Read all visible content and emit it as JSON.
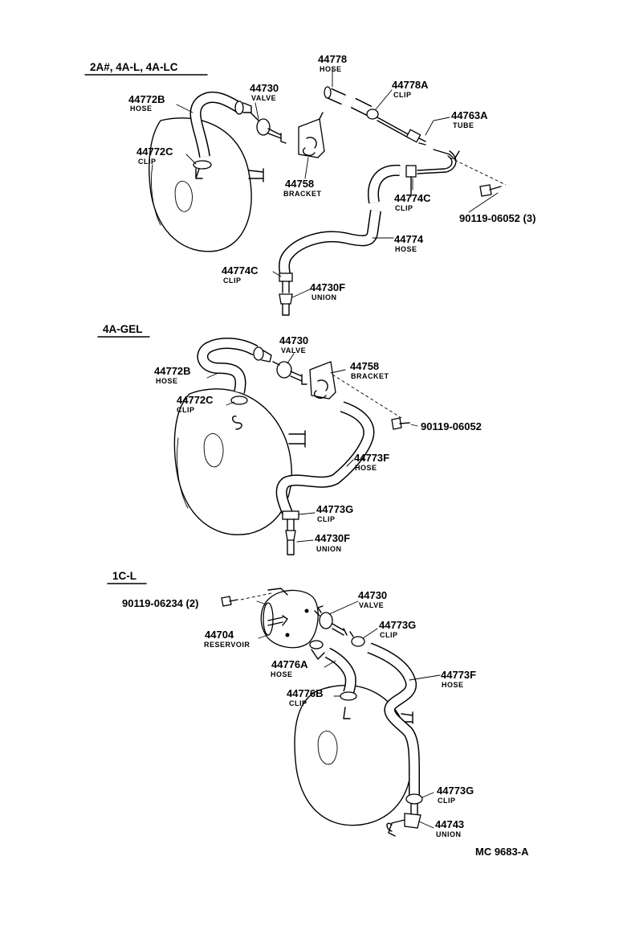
{
  "sections": {
    "s1": "2A#, 4A-L, 4A-LC",
    "s2": "4A-GEL",
    "s3": "1C-L"
  },
  "callouts": {
    "a_44772B": {
      "num": "44772B",
      "name": "HOSE"
    },
    "a_44730": {
      "num": "44730",
      "name": "VALVE"
    },
    "a_44778": {
      "num": "44778",
      "name": "HOSE"
    },
    "a_44778A": {
      "num": "44778A",
      "name": "CLIP"
    },
    "a_44763A": {
      "num": "44763A",
      "name": "TUBE"
    },
    "a_44772C": {
      "num": "44772C",
      "name": "CLIP"
    },
    "a_44758": {
      "num": "44758",
      "name": "BRACKET"
    },
    "a_44774C_top": {
      "num": "44774C",
      "name": "CLIP"
    },
    "a_90119_06052": {
      "num": "90119-06052 (3)",
      "name": ""
    },
    "a_44774": {
      "num": "44774",
      "name": "HOSE"
    },
    "a_44774C_low": {
      "num": "44774C",
      "name": "CLIP"
    },
    "a_44730F": {
      "num": "44730F",
      "name": "UNION"
    },
    "b_44730": {
      "num": "44730",
      "name": "VALVE"
    },
    "b_44772B": {
      "num": "44772B",
      "name": "HOSE"
    },
    "b_44758": {
      "num": "44758",
      "name": "BRACKET"
    },
    "b_44772C": {
      "num": "44772C",
      "name": "CLIP"
    },
    "b_90119_06052": {
      "num": "90119-06052",
      "name": ""
    },
    "b_44773F": {
      "num": "44773F",
      "name": "HOSE"
    },
    "b_44773G": {
      "num": "44773G",
      "name": "CLIP"
    },
    "b_44730F": {
      "num": "44730F",
      "name": "UNION"
    },
    "c_90119_06234": {
      "num": "90119-06234 (2)",
      "name": ""
    },
    "c_44730": {
      "num": "44730",
      "name": "VALVE"
    },
    "c_44704": {
      "num": "44704",
      "name": "RESERVOIR"
    },
    "c_44773G_top": {
      "num": "44773G",
      "name": "CLIP"
    },
    "c_44776A": {
      "num": "44776A",
      "name": "HOSE"
    },
    "c_44773F": {
      "num": "44773F",
      "name": "HOSE"
    },
    "c_44776B": {
      "num": "44776B",
      "name": "CLIP"
    },
    "c_44773G_low": {
      "num": "44773G",
      "name": "CLIP"
    },
    "c_44743": {
      "num": "44743",
      "name": "UNION"
    }
  },
  "figure_code": "MC 9683-A"
}
